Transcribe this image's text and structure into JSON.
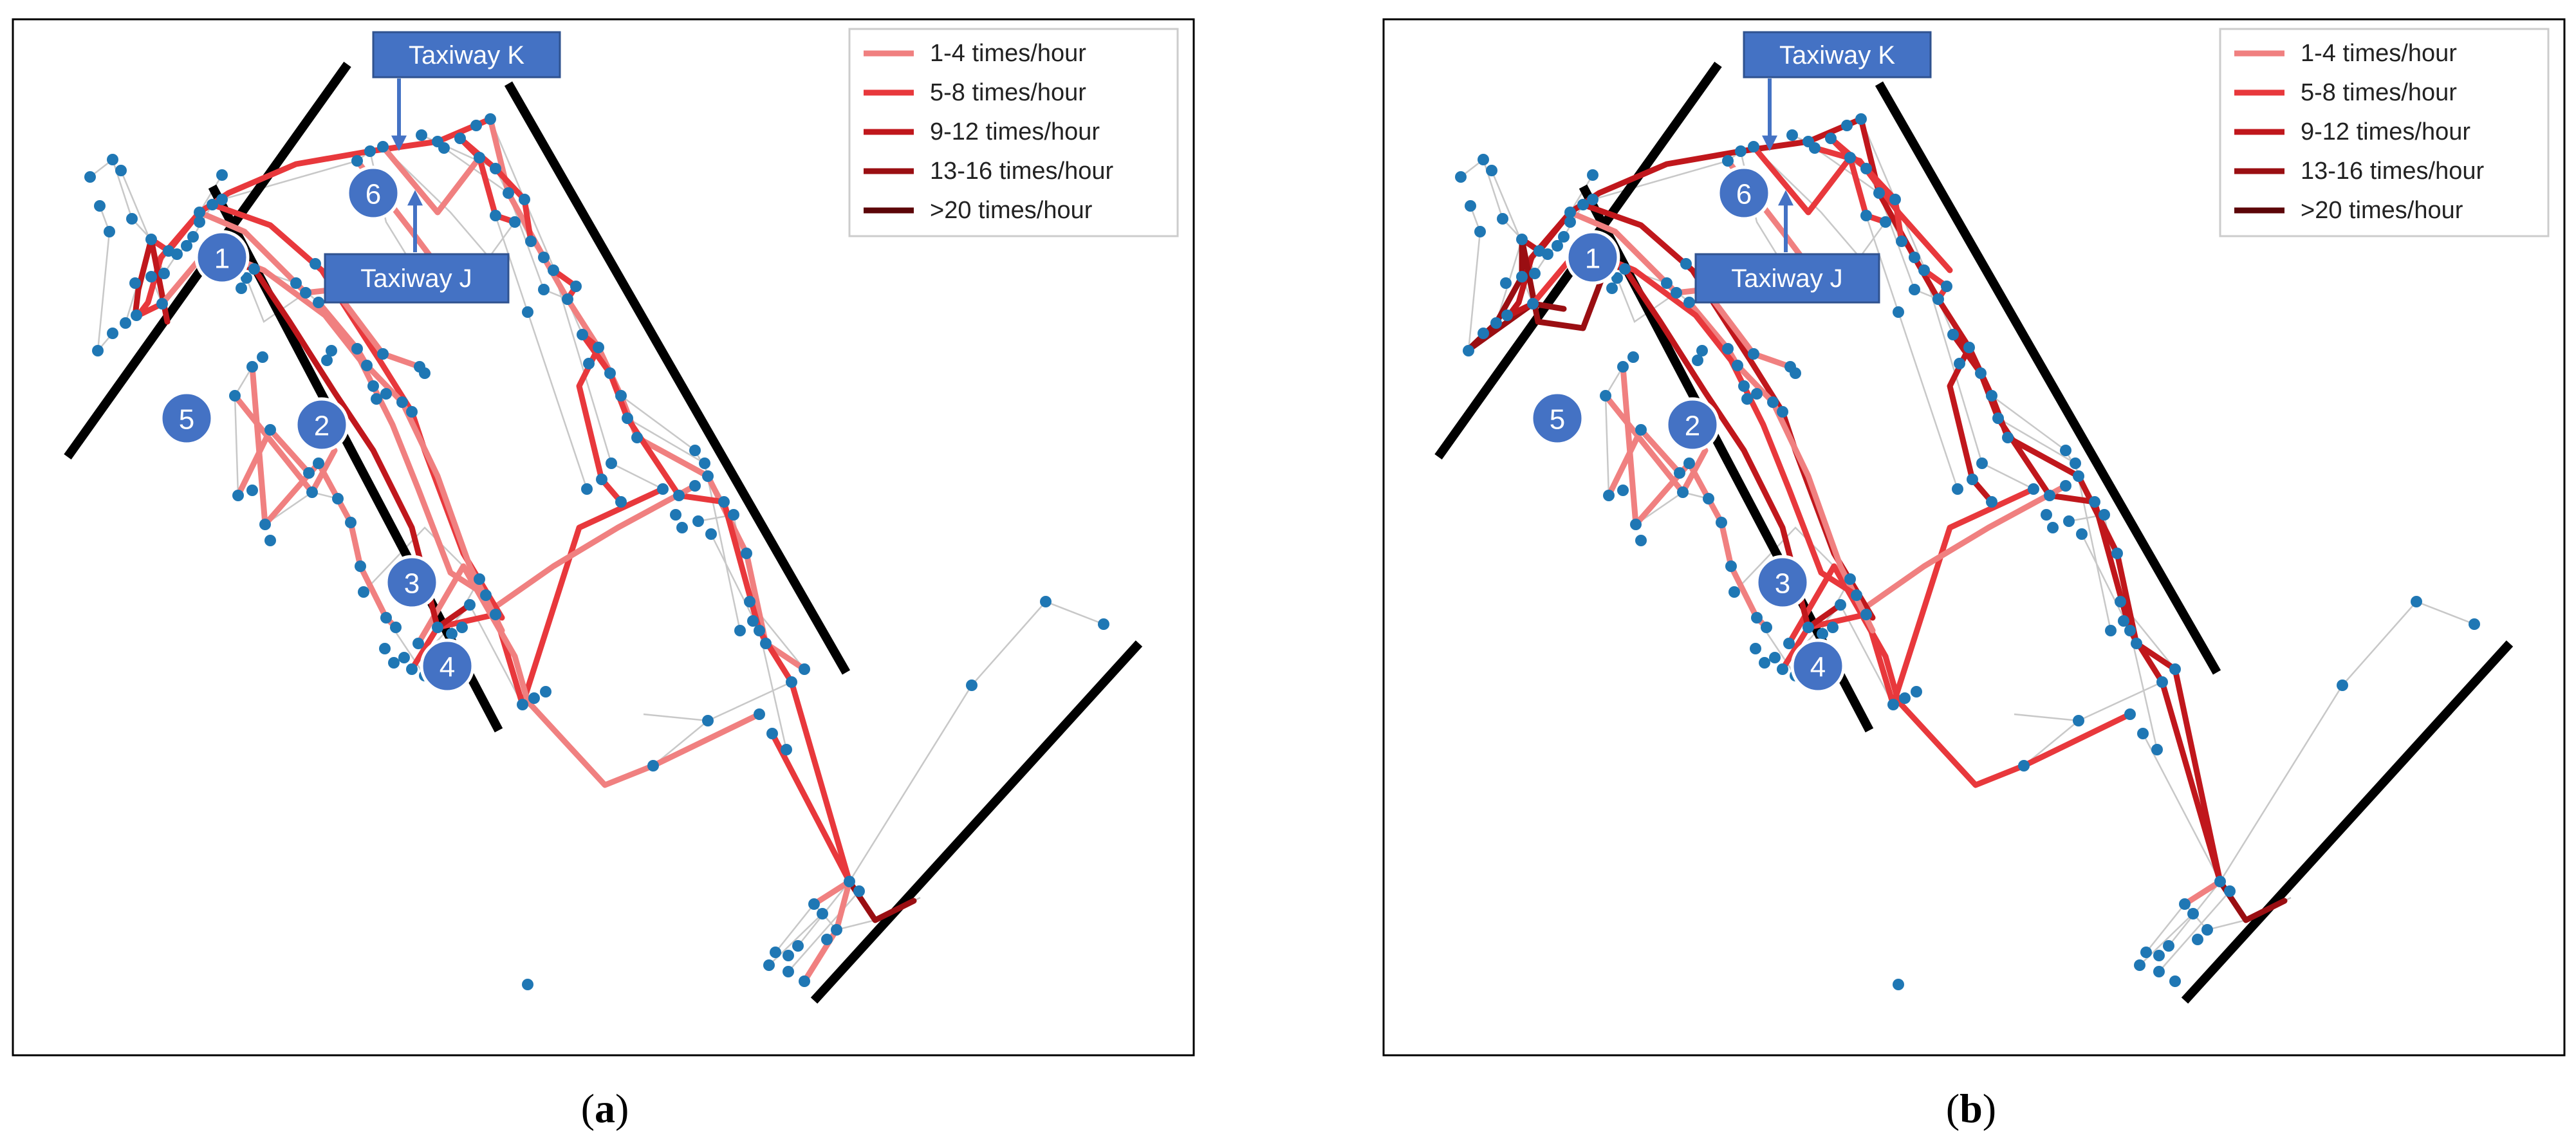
{
  "legend": [
    {
      "label": "1-4 times/hour",
      "color": "#f08080"
    },
    {
      "label": "5-8 times/hour",
      "color": "#e8383c"
    },
    {
      "label": "9-12 times/hour",
      "color": "#c0171c"
    },
    {
      "label": "13-16 times/hour",
      "color": "#9a0e12"
    },
    {
      "label": ">20 times/hour",
      "color": "#5c0508"
    }
  ],
  "callouts": {
    "taxiway_k": "Taxiway K",
    "taxiway_j": "Taxiway J"
  },
  "markers": [
    "1",
    "2",
    "3",
    "4",
    "5",
    "6"
  ],
  "panels": [
    {
      "label_open": "(",
      "label_letter": "a",
      "label_close": ")"
    },
    {
      "label_open": "(",
      "label_letter": "b",
      "label_close": ")"
    }
  ],
  "colors": {
    "node": "#1f77b4",
    "marker": "#4472c4",
    "runway": "#000000",
    "grid": "#c8c8c8"
  }
}
